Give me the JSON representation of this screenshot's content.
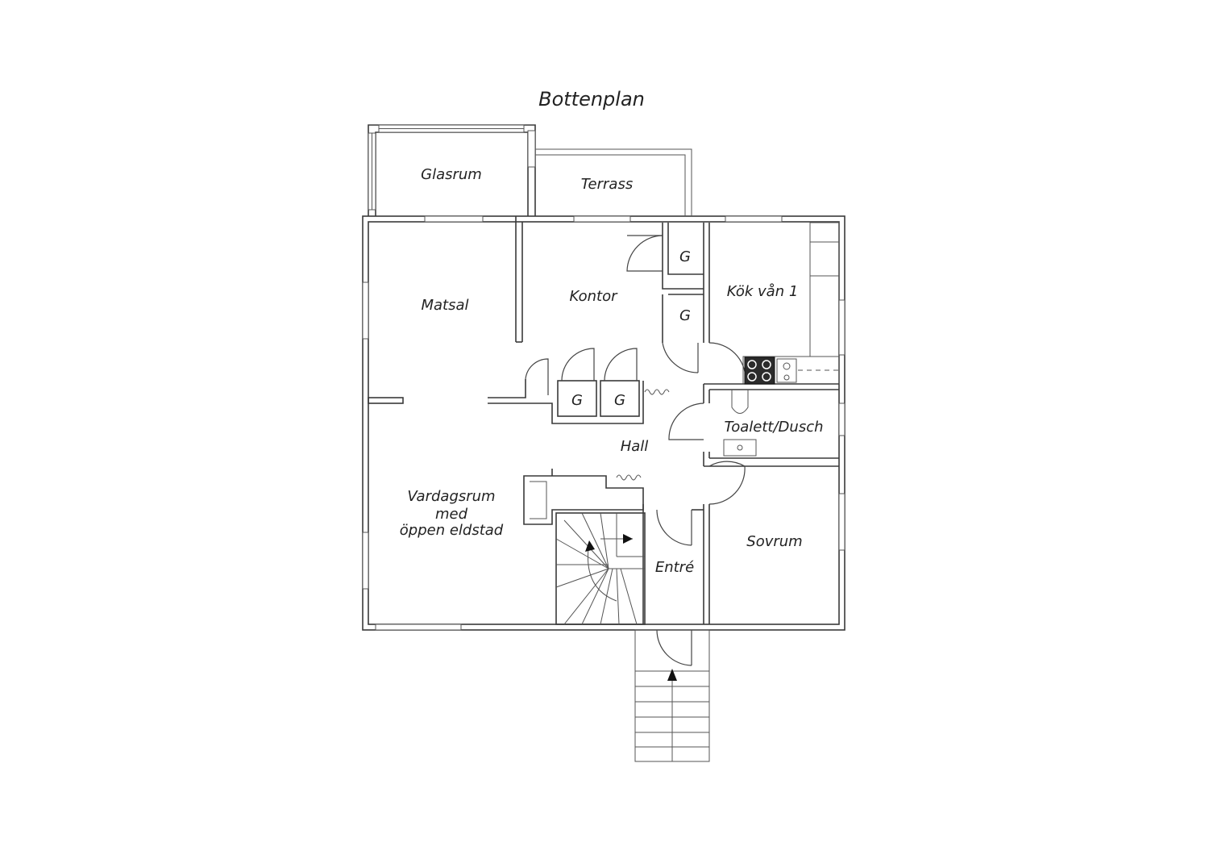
{
  "plan": {
    "title": "Bottenplan",
    "rooms": {
      "glasrum": "Glasrum",
      "terrass": "Terrass",
      "matsal": "Matsal",
      "kontor": "Kontor",
      "kok": "Kök vån 1",
      "toalett": "Toalett/Dusch",
      "hall": "Hall",
      "vardagsrum_1": "Vardagsrum",
      "vardagsrum_2": "med",
      "vardagsrum_3": "öppen eldstad",
      "sovrum": "Sovrum",
      "entre": "Entré",
      "garderob": "G"
    },
    "colors": {
      "wall": "#3a3a3a",
      "text": "#222222",
      "stove": "#2b2b2b"
    }
  }
}
